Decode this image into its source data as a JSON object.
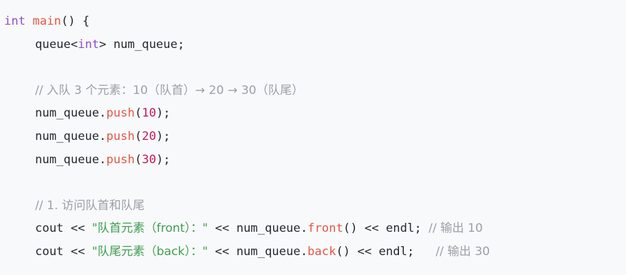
{
  "code": {
    "line1": {
      "kw_int": "int",
      "fn_main": "main",
      "rest": "() {"
    },
    "line2": {
      "t1": "queue<",
      "kw_int": "int",
      "t2": "> num_queue;"
    },
    "line4": {
      "comment": "// 入队 3 个元素：10（队首）→ 20 → 30（队尾）"
    },
    "line5": {
      "obj": "num_queue.",
      "fn": "push",
      "open": "(",
      "num": "10",
      "close": ");"
    },
    "line6": {
      "obj": "num_queue.",
      "fn": "push",
      "open": "(",
      "num": "20",
      "close": ");"
    },
    "line7": {
      "obj": "num_queue.",
      "fn": "push",
      "open": "(",
      "num": "30",
      "close": ");"
    },
    "line9": {
      "comment": "// 1. 访问队首和队尾"
    },
    "line10": {
      "t1": "cout << ",
      "str": "\"队首元素（front）：\"",
      "t2": " << num_queue.",
      "fn": "front",
      "t3": "() << endl; ",
      "comment": "// 输出 10"
    },
    "line11": {
      "t1": "cout << ",
      "str": "\"队尾元素（back）：\"",
      "t2": " << num_queue.",
      "fn": "back",
      "t3": "() << endl;   ",
      "comment": "// 输出 30"
    }
  },
  "colors": {
    "background": "#f8f9fa",
    "keyword": "#8f4fc6",
    "function": "#e45649",
    "number": "#c2185b",
    "string": "#3f9d52",
    "comment": "#9aa0a6",
    "text": "#24292e"
  }
}
